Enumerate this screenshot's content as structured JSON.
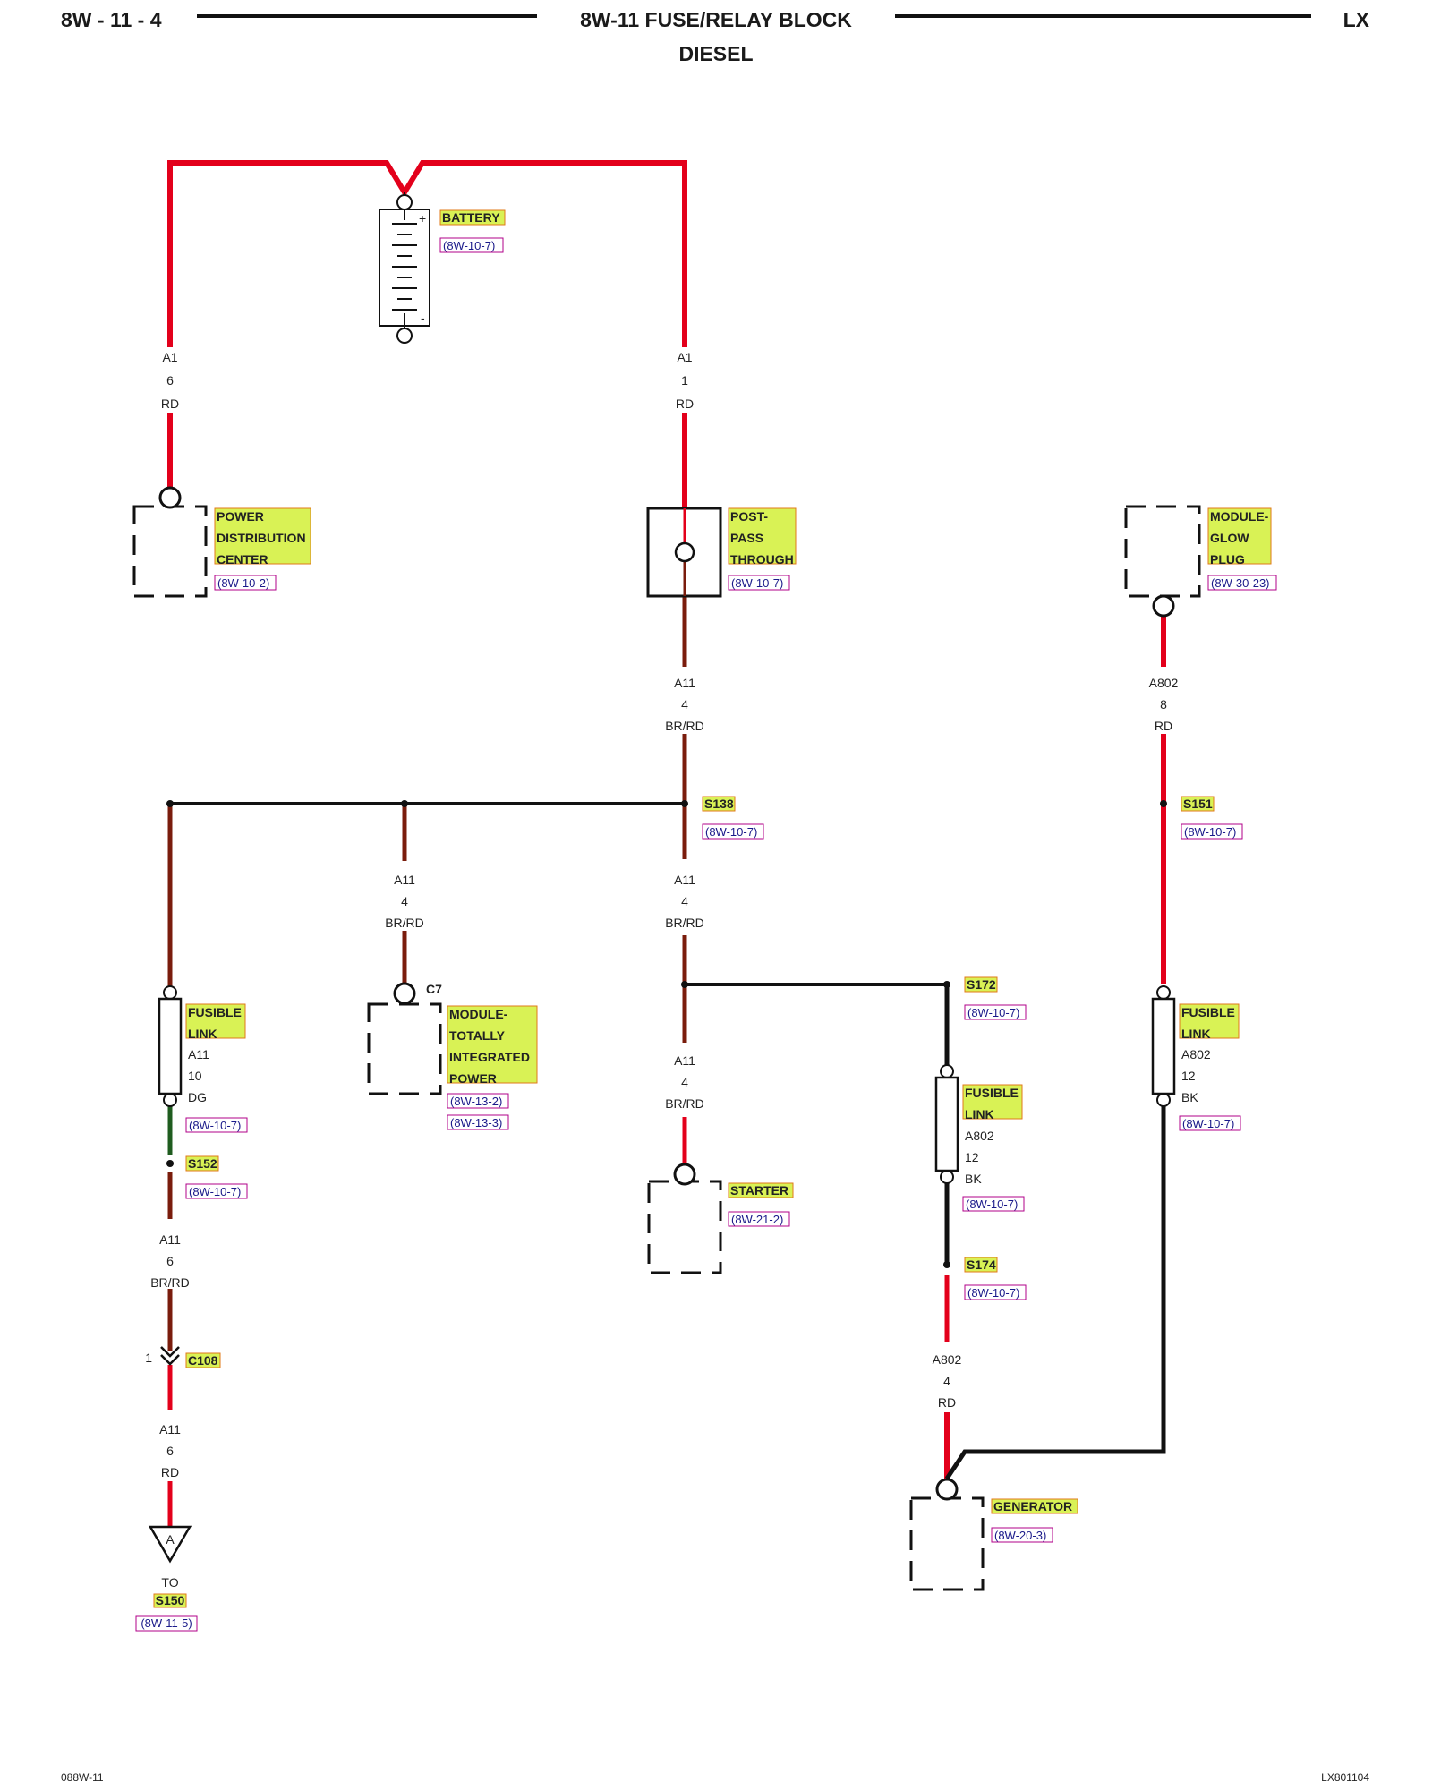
{
  "header": {
    "page_id": "8W - 11 - 4",
    "title": "8W-11 FUSE/RELAY BLOCK",
    "subtitle": "DIESEL",
    "model": "LX"
  },
  "footer": {
    "left": "088W-11",
    "right": "LX801104"
  },
  "colors": {
    "wire_red": "#e3001b",
    "wire_black": "#111111",
    "name_highlight": "#d9f255",
    "name_highlight_border": "#e07a1a",
    "ref_color": "#1a1a8a",
    "ref_border": "#b0008a"
  },
  "components": {
    "battery": {
      "name": "BATTERY",
      "ref": "(8W-10-7)",
      "plus": "+",
      "minus": "-"
    },
    "pdc": {
      "name_lines": [
        "POWER",
        "DISTRIBUTION",
        "CENTER"
      ],
      "ref": "(8W-10-2)"
    },
    "post_pass": {
      "name_lines": [
        "POST-",
        "PASS",
        "THROUGH"
      ],
      "ref": "(8W-10-7)"
    },
    "glow_plug": {
      "name_lines": [
        "MODULE-",
        "GLOW",
        "PLUG"
      ],
      "ref": "(8W-30-23)"
    },
    "tipm": {
      "connector": "C7",
      "name_lines": [
        "MODULE-",
        "TOTALLY",
        "INTEGRATED",
        "POWER"
      ],
      "refs": [
        "(8W-13-2)",
        "(8W-13-3)"
      ]
    },
    "starter": {
      "name": "STARTER",
      "ref": "(8W-21-2)"
    },
    "generator": {
      "name": "GENERATOR",
      "ref": "(8W-20-3)"
    },
    "fusible_link_left": {
      "name_lines": [
        "FUSIBLE",
        "LINK"
      ],
      "wire": [
        "A11",
        "10",
        "DG"
      ],
      "ref": "(8W-10-7)"
    },
    "fusible_link_mid": {
      "name_lines": [
        "FUSIBLE",
        "LINK"
      ],
      "wire": [
        "A802",
        "12",
        "BK"
      ],
      "ref": "(8W-10-7)"
    },
    "fusible_link_right": {
      "name_lines": [
        "FUSIBLE",
        "LINK"
      ],
      "wire": [
        "A802",
        "12",
        "BK"
      ],
      "ref": "(8W-10-7)"
    }
  },
  "splices": {
    "s138": {
      "name": "S138",
      "ref": "(8W-10-7)"
    },
    "s151": {
      "name": "S151",
      "ref": "(8W-10-7)"
    },
    "s152": {
      "name": "S152",
      "ref": "(8W-10-7)"
    },
    "s172": {
      "name": "S172",
      "ref": "(8W-10-7)"
    },
    "s174": {
      "name": "S174",
      "ref": "(8W-10-7)"
    }
  },
  "connectors": {
    "c108": {
      "name": "C108",
      "pin": "1"
    },
    "to_s150": {
      "symbol": "A",
      "to": "TO",
      "name": "S150",
      "ref": "(8W-11-5)"
    }
  },
  "wires": {
    "a1_left": [
      "A1",
      "6",
      "RD"
    ],
    "a1_right": [
      "A1",
      "1",
      "RD"
    ],
    "a11_main": [
      "A11",
      "4",
      "BR/RD"
    ],
    "a802_top": [
      "A802",
      "8",
      "RD"
    ],
    "a11_tipm": [
      "A11",
      "4",
      "BR/RD"
    ],
    "a11_mid": [
      "A11",
      "4",
      "BR/RD"
    ],
    "a11_starter": [
      "A11",
      "4",
      "BR/RD"
    ],
    "a11_left_lower": [
      "A11",
      "6",
      "BR/RD"
    ],
    "a11_left_bottom": [
      "A11",
      "6",
      "RD"
    ],
    "a802_gen": [
      "A802",
      "4",
      "RD"
    ]
  }
}
